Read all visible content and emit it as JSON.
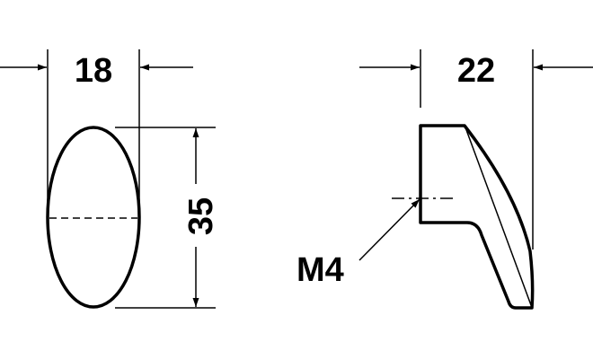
{
  "drawing": {
    "front_view": {
      "width_label": "18",
      "height_label": "35"
    },
    "side_view": {
      "depth_label": "22",
      "thread_label": "M4"
    },
    "line_color": "#000000",
    "background": "#ffffff"
  }
}
